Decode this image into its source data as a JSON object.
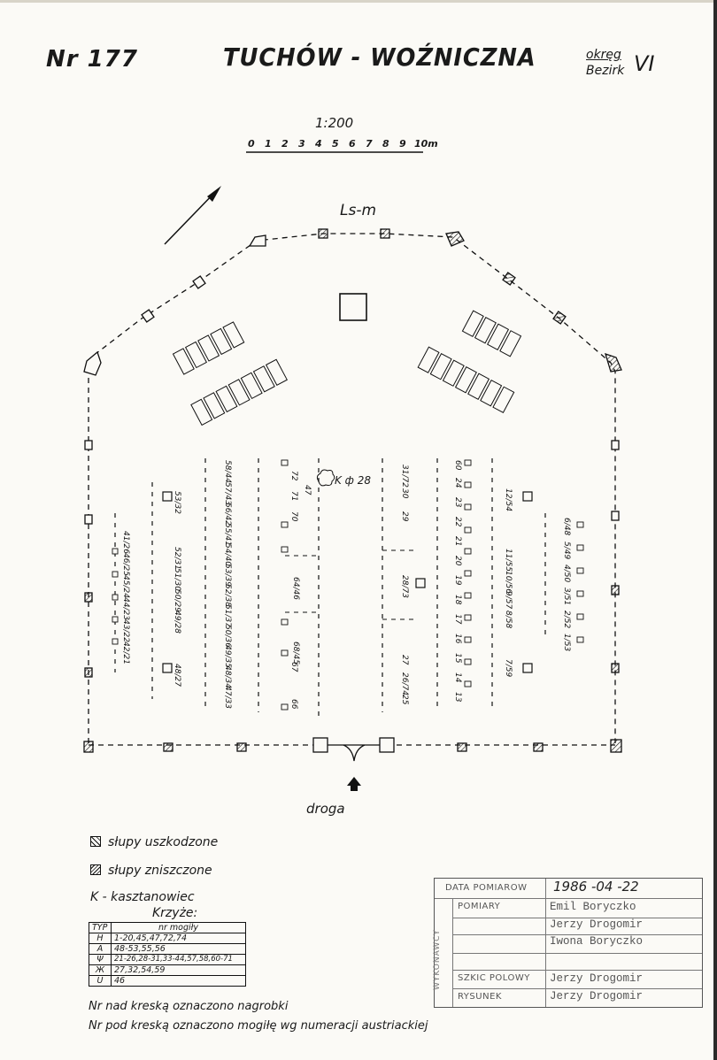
{
  "header": {
    "number": "Nr 177",
    "title": "TUCHÓW - WOŹNICZNA",
    "district_label": "okręg",
    "district_label_de": "Bezirk",
    "district_number": "VI"
  },
  "scale": {
    "ratio": "1:200",
    "ticks": [
      "0",
      "1",
      "2",
      "3",
      "4",
      "5",
      "6",
      "7",
      "8",
      "9",
      "10m"
    ]
  },
  "plan": {
    "north_label": "Ls-m",
    "road_label": "droga",
    "tree_label": "K ф 28",
    "grave_labels": {
      "c1": [
        "41/26",
        "46/25",
        "45/24",
        "44/23",
        "43/22",
        "42/21"
      ],
      "c2": [
        "53/32",
        "52/31",
        "51/30",
        "50/29",
        "49/28",
        "48/27"
      ],
      "c3": [
        "58/44",
        "57/43",
        "56/42",
        "55/41",
        "54/40",
        "53/39",
        "52/38",
        "51/37",
        "50/36",
        "49/35",
        "48/34",
        "47/33"
      ],
      "c4": [
        "72",
        "71",
        "70",
        "47",
        "64/46",
        "68/45",
        "67",
        "66"
      ],
      "c5": [
        "31/72",
        "30",
        "29",
        "28/73",
        "27",
        "26/74",
        "25"
      ],
      "c6": [
        "60",
        "24",
        "23",
        "22",
        "21",
        "20",
        "19",
        "18",
        "17",
        "16",
        "15",
        "14",
        "13"
      ],
      "c7": [
        "12/54",
        "11/55",
        "10/56",
        "9/57",
        "8/58",
        "7/59"
      ],
      "c8": [
        "6/48",
        "5/49",
        "4/50",
        "3/51",
        "2/52",
        "1/53"
      ]
    }
  },
  "legend": {
    "damaged": "słupy uszkodzone",
    "destroyed": "słupy zniszczone",
    "k_note": "K - kasztanowiec",
    "crosses_title": "Krzyże:",
    "table_headers": [
      "TYP",
      "nr mogiły"
    ],
    "table_rows": [
      {
        "sym": "H",
        "nums": "1-20,45,47,72,74"
      },
      {
        "sym": "A",
        "nums": "48-53,55,56"
      },
      {
        "sym": "Ψ",
        "nums": "21-26,28-31,33-44,57,58,60-71"
      },
      {
        "sym": "Ж",
        "nums": "27,32,54,59"
      },
      {
        "sym": "U",
        "nums": "46"
      }
    ],
    "note1": "Nr nad kreską oznaczono nagrobki",
    "note2": "Nr pod kreską oznaczono mogiłę wg numeracji austriackiej"
  },
  "stamp": {
    "date_label": "DATA POMIAROW",
    "date_value": "1986 -04 -22",
    "side_label": "WYKONAWCY",
    "pomiary_label": "POMIARY",
    "pomiary_people": [
      "Emil Boryczko",
      "Jerzy Drogomir",
      "Iwona Boryczko"
    ],
    "szkic_label": "SZKIC POLOWY",
    "szkic_value": "Jerzy Drogomir",
    "rysunek_label": "RYSUNEK",
    "rysunek_value": "Jerzy Drogomir"
  }
}
